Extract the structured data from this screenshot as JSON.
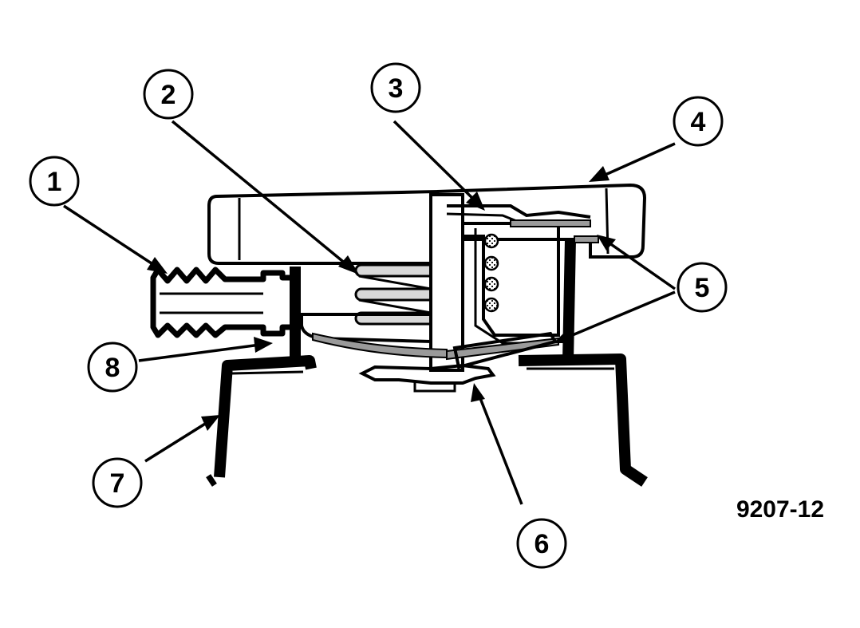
{
  "figure_id": "9207-12",
  "callouts": [
    {
      "num": "1"
    },
    {
      "num": "2"
    },
    {
      "num": "3"
    },
    {
      "num": "4"
    },
    {
      "num": "5"
    },
    {
      "num": "6"
    },
    {
      "num": "7"
    },
    {
      "num": "8"
    }
  ],
  "colors": {
    "ink": "#000000",
    "paper": "#ffffff"
  }
}
